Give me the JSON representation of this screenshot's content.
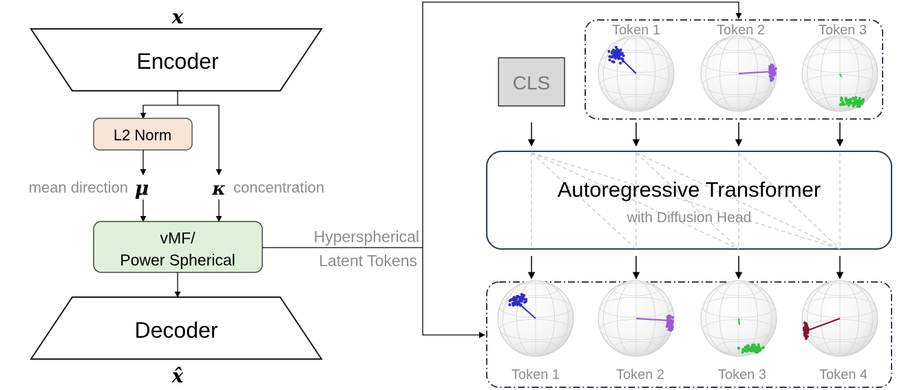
{
  "encoder": {
    "label": "Encoder",
    "input_symbol": "x"
  },
  "decoder": {
    "label": "Decoder",
    "output_symbol": "x̂"
  },
  "l2norm": {
    "label": "L2 Norm"
  },
  "mean_direction": {
    "text": "mean direction",
    "symbol": "μ"
  },
  "concentration": {
    "symbol": "κ",
    "text": "concentration"
  },
  "distribution": {
    "line1": "vMF/",
    "line2": "Power Spherical"
  },
  "latent_tokens": {
    "line1": "Hyperspherical",
    "line2": "Latent Tokens"
  },
  "cls": {
    "label": "CLS"
  },
  "transformer": {
    "title": "Autoregressive Transformer",
    "subtitle": "with Diffusion Head"
  },
  "input_tokens": [
    "Token 1",
    "Token 2",
    "Token 3"
  ],
  "output_tokens": [
    "Token 1",
    "Token 2",
    "Token 3",
    "Token 4"
  ],
  "colors": {
    "l2norm_fill": "#fbe3d6",
    "distribution_fill": "#dff0d8",
    "cls_fill": "#d9d9d9",
    "dashed_border": "#2f3d5b",
    "gray_text": "#8c8c8c",
    "token_blue": "#2e2ec8",
    "token_purple": "#9b59d6",
    "token_green": "#2ec43a",
    "token_maroon": "#7a1a2e"
  }
}
